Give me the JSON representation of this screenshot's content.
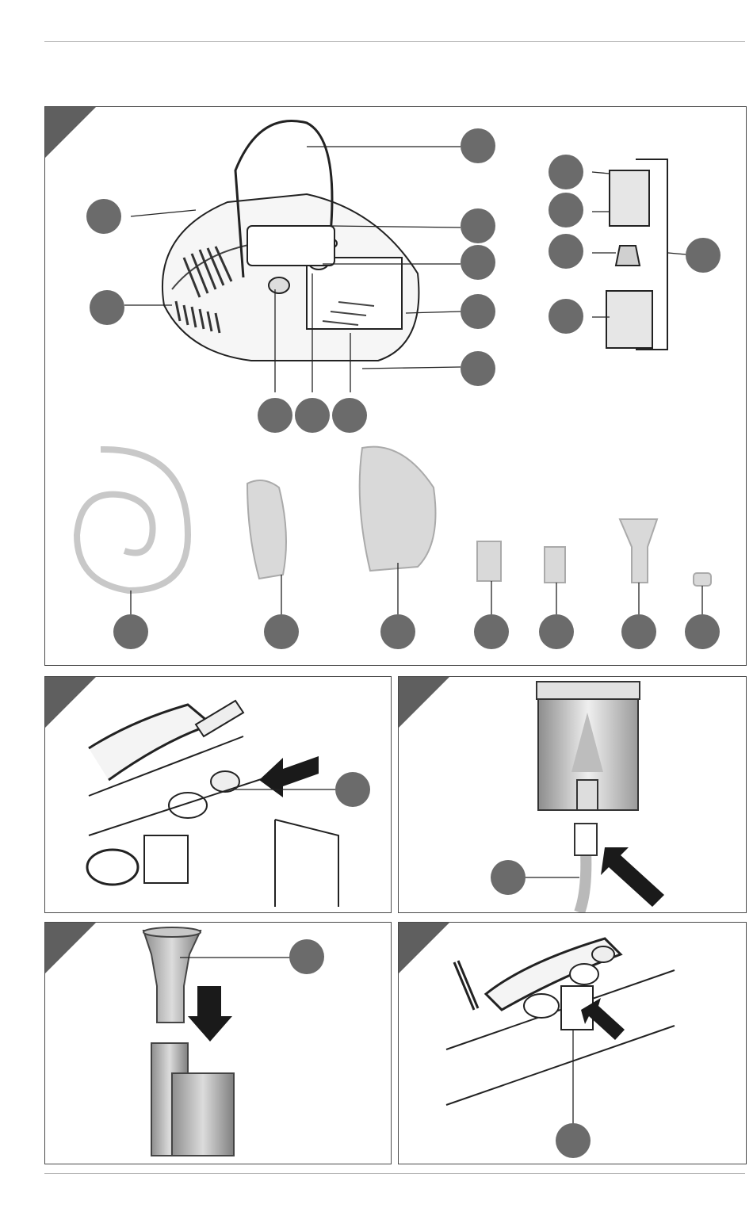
{
  "document": {
    "kind": "instruction-manual-illustration-page",
    "figures": [
      {
        "id": "fig-overview",
        "description_visible_text": ""
      },
      {
        "id": "fig-connect-tube-device",
        "description_visible_text": ""
      },
      {
        "id": "fig-connect-tube-nebulizer",
        "description_visible_text": ""
      },
      {
        "id": "fig-attach-mouthpiece",
        "description_visible_text": ""
      },
      {
        "id": "fig-place-nebulizer-holder",
        "description_visible_text": ""
      }
    ],
    "callout_badges": {
      "count_fig_overview": 22,
      "label_text_visible": false
    }
  },
  "colors": {
    "frame": "#4a4a4a",
    "badge": "#6b6b6b",
    "corner_tab": "#5f5f5f",
    "rule": "#b7b7b7",
    "parts_gray": "#d6d6d6",
    "arrow": "#1a1a1a"
  }
}
